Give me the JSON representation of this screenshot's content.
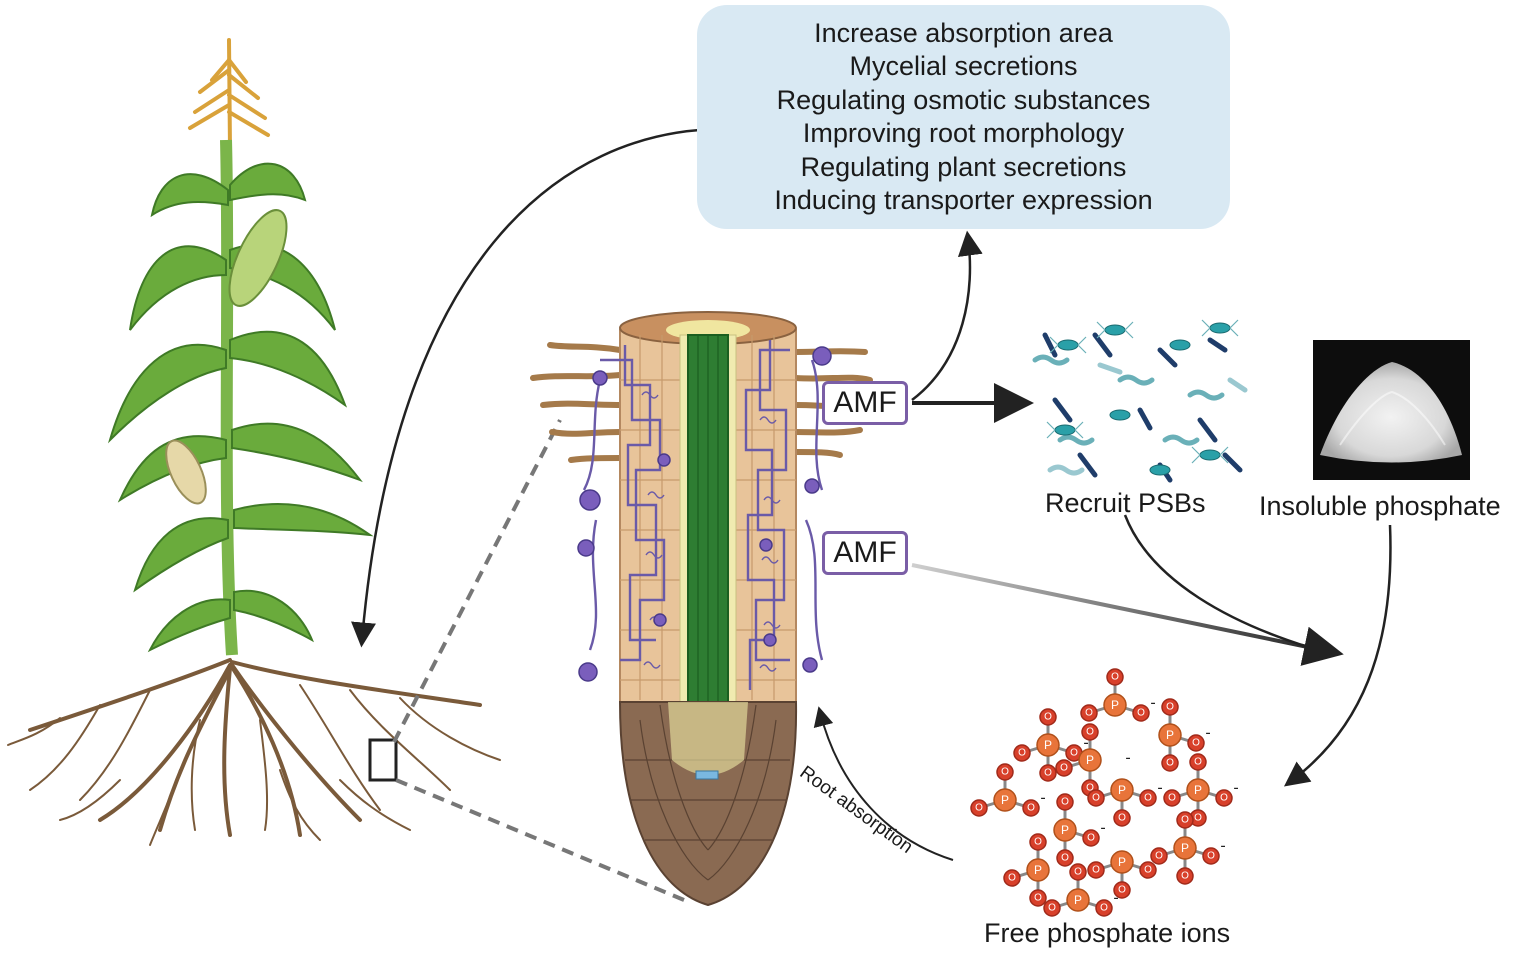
{
  "mechanisms": {
    "items": [
      "Increase absorption area",
      "Mycelial secretions",
      "Regulating osmotic substances",
      "Improving root morphology",
      "Regulating plant secretions",
      "Inducing transporter expression"
    ]
  },
  "amf_label_1": "AMF",
  "amf_label_2": "AMF",
  "labels": {
    "recruit": "Recruit PSBs",
    "insoluble": "Insoluble phosphate",
    "free_ions": "Free phosphate ions",
    "root_absorption": "Root absorption"
  },
  "ion_symbols": {
    "phosphorus": "P",
    "oxygen": "O",
    "charge": "-"
  },
  "colors": {
    "box_fill": "#d9e9f3",
    "amf_border": "#7a5ea6",
    "hyphae": "#6a5aa8",
    "stele": "#2e7d32",
    "cortex": "#e8c49a",
    "root_cap": "#8a6a52",
    "phosphorus": "#e8743a",
    "oxygen": "#d8402a",
    "leaf": "#6aab3c",
    "roots": "#7a5a3a"
  }
}
